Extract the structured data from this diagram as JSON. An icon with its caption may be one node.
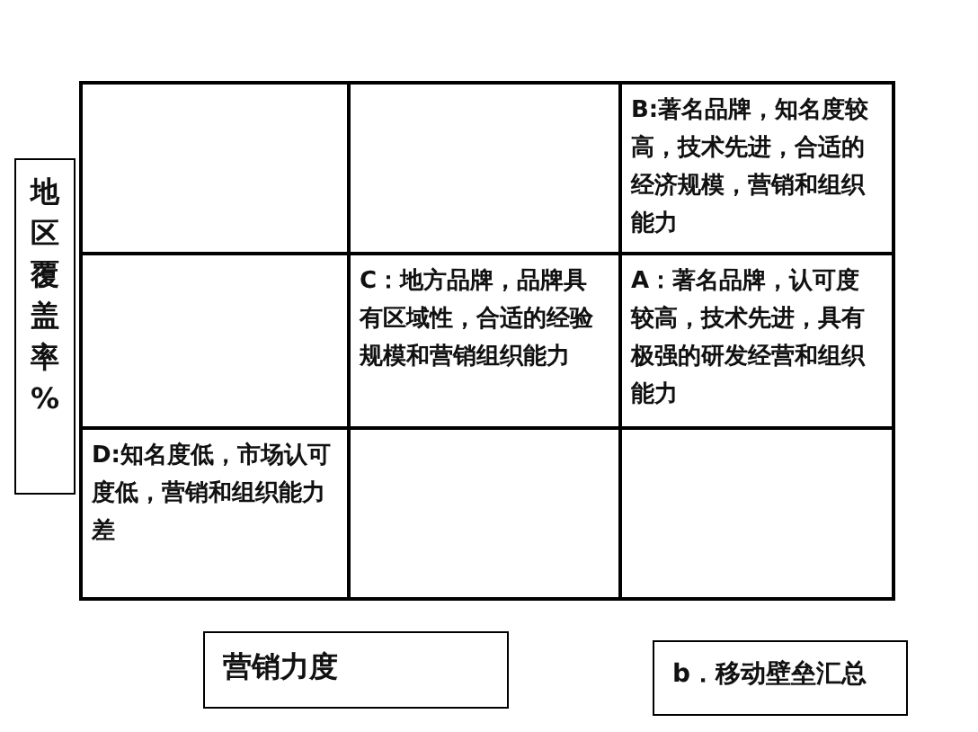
{
  "diagram": {
    "nodes": [
      {
        "text": [],
        "shape": "box"
      },
      {
        "text": [],
        "shape": "box"
      },
      {
        "text": [
          "B:著名品牌，知名度较高，技术先进，合适的经济规模，营销和组织能力"
        ]
      },
      {
        "text": [],
        "shape": "box"
      },
      {
        "text": [
          "C：地方品牌，品牌具有区域性，合适的经验规模和营销组织能力"
        ]
      },
      {
        "text": [
          "A：著名品牌，认可度较高，技术先进，具有极强的研发经营和组织能力"
        ]
      },
      {
        "text": [
          "D:知名度低，市场认可度低，营销和组织能力差"
        ]
      },
      {
        "text": [],
        "shape": "box"
      },
      {
        "text": [],
        "shape": "box"
      },
      {
        "text": [
          "地区覆盖率%"
        ]
      },
      {
        "text": [
          "营销力度"
        ]
      },
      {
        "text": [
          "b．移动壁垒汇总"
        ]
      }
    ],
    "edges": []
  }
}
